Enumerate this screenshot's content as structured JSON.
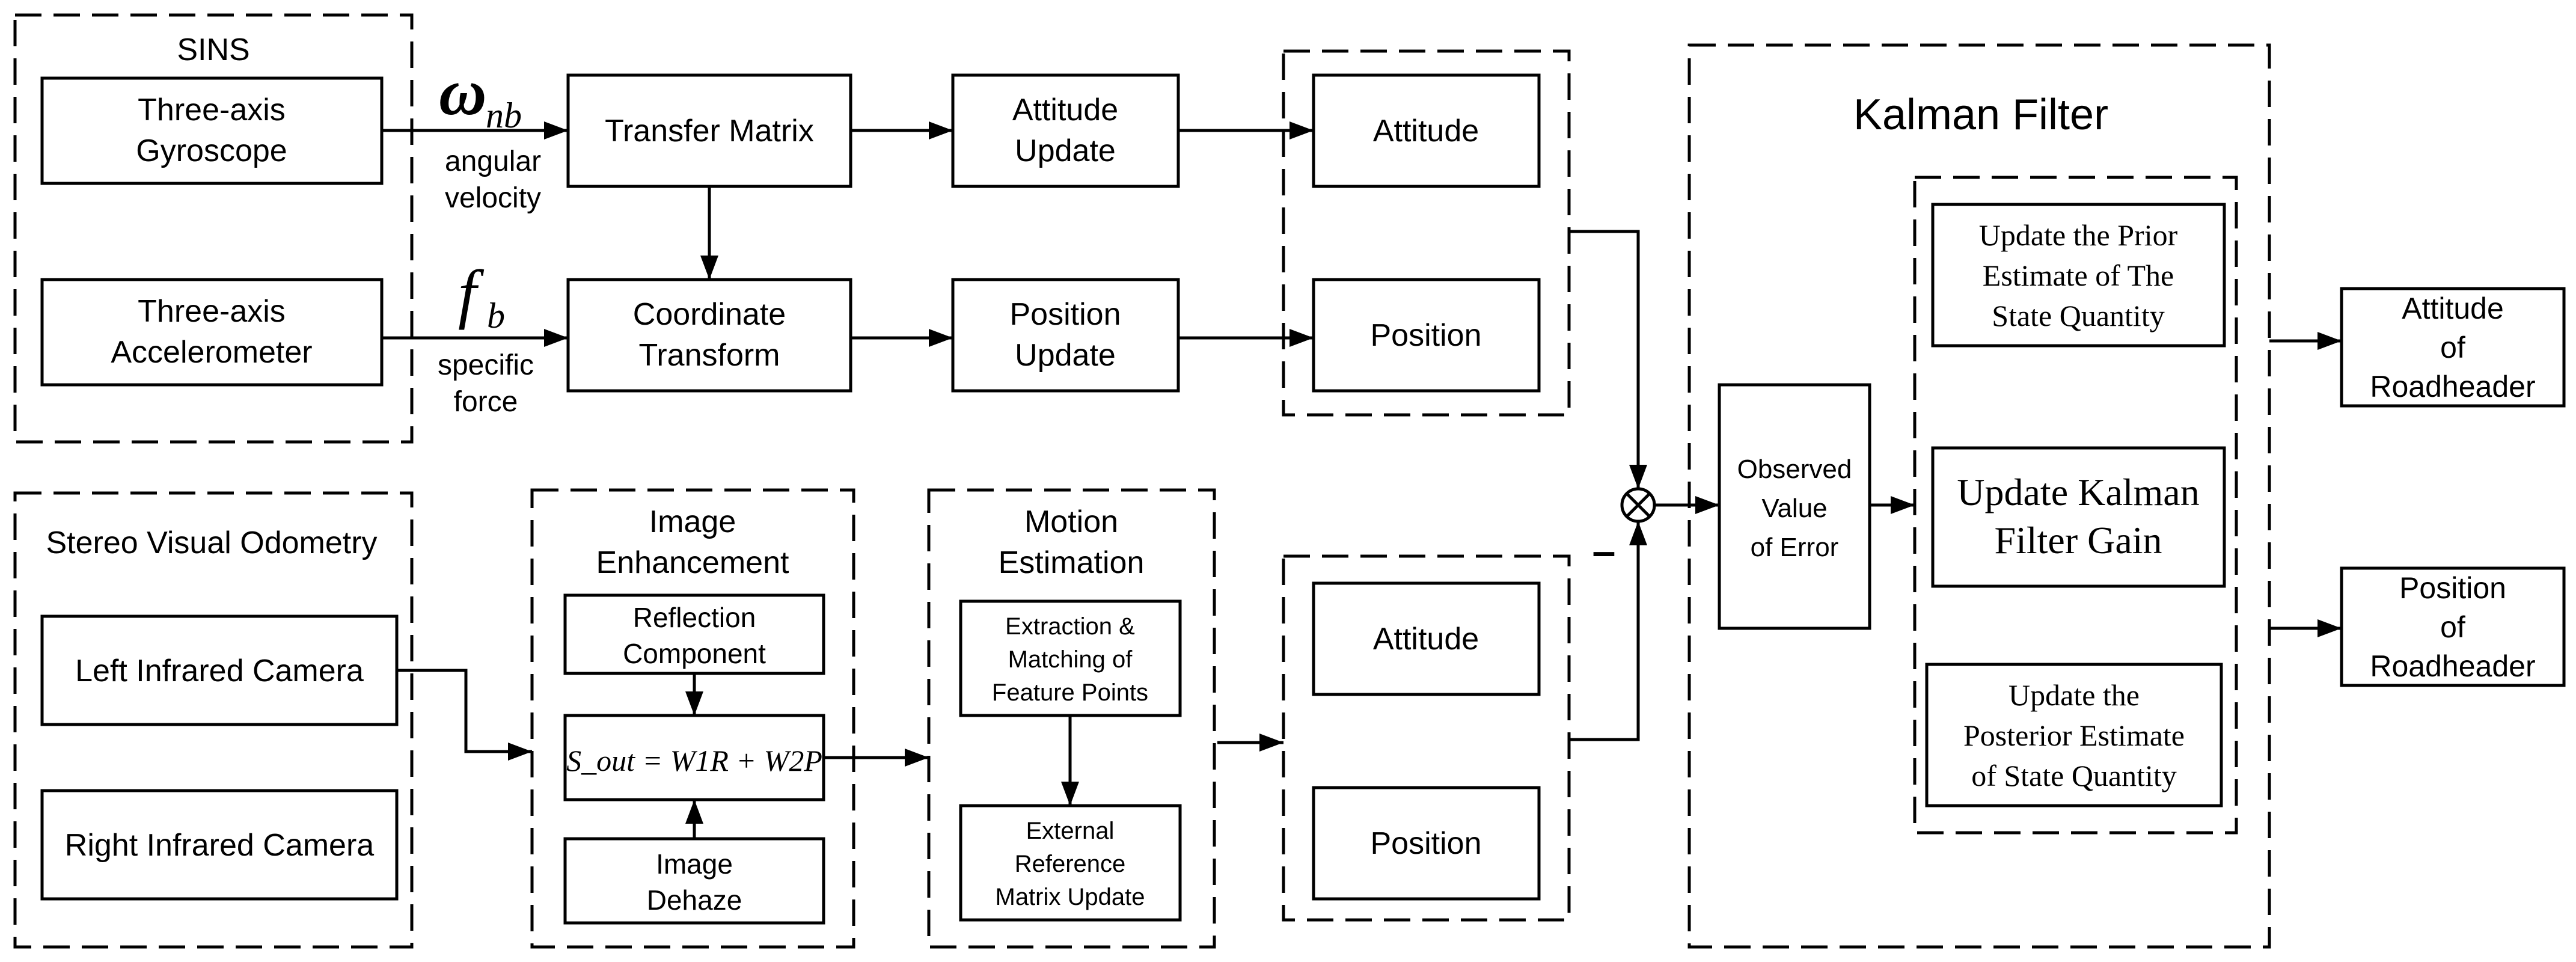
{
  "sins": {
    "title": "SINS",
    "gyro": [
      "Three-axis",
      "Gyroscope"
    ],
    "accel": [
      "Three-axis",
      "Accelerometer"
    ],
    "omega_main": "ω",
    "omega_sub": "nb",
    "omega_label": [
      "angular",
      "velocity"
    ],
    "f_main": "f",
    "f_sub": "b",
    "f_label": [
      "specific",
      "force"
    ],
    "transfer_matrix": "Transfer Matrix",
    "coord_transform": [
      "Coordinate",
      "Transform"
    ],
    "attitude_update": [
      "Attitude",
      "Update"
    ],
    "position_update": [
      "Position",
      "Update"
    ],
    "attitude": "Attitude",
    "position": "Position"
  },
  "vo": {
    "title": "Stereo Visual Odometry",
    "left_camera": "Left Infrared Camera",
    "right_camera": "Right Infrared Camera",
    "enhancement_title": [
      "Image",
      "Enhancement"
    ],
    "reflection": [
      "Reflection",
      "Component"
    ],
    "formula": "S_out = W1R + W2P",
    "dehaze": [
      "Image",
      "Dehaze"
    ],
    "motion_title": [
      "Motion",
      "Estimation"
    ],
    "feature": [
      "Extraction &",
      "Matching of",
      "Feature Points"
    ],
    "external": [
      "External",
      "Reference",
      "Matrix Update"
    ],
    "attitude": "Attitude",
    "position": "Position",
    "minus": "–"
  },
  "kalman": {
    "title": "Kalman Filter",
    "observed": [
      "Observed",
      "Value",
      "of Error"
    ],
    "prior": [
      "Update the Prior",
      "Estimate of The",
      "State Quantity"
    ],
    "gain": [
      "Update Kalman",
      "Filter Gain"
    ],
    "posterior": [
      "Update the",
      "Posterior Estimate",
      "of State Quantity"
    ]
  },
  "outputs": {
    "attitude": [
      "Attitude",
      "of",
      "Roadheader"
    ],
    "position": [
      "Position",
      "of",
      "Roadheader"
    ]
  }
}
